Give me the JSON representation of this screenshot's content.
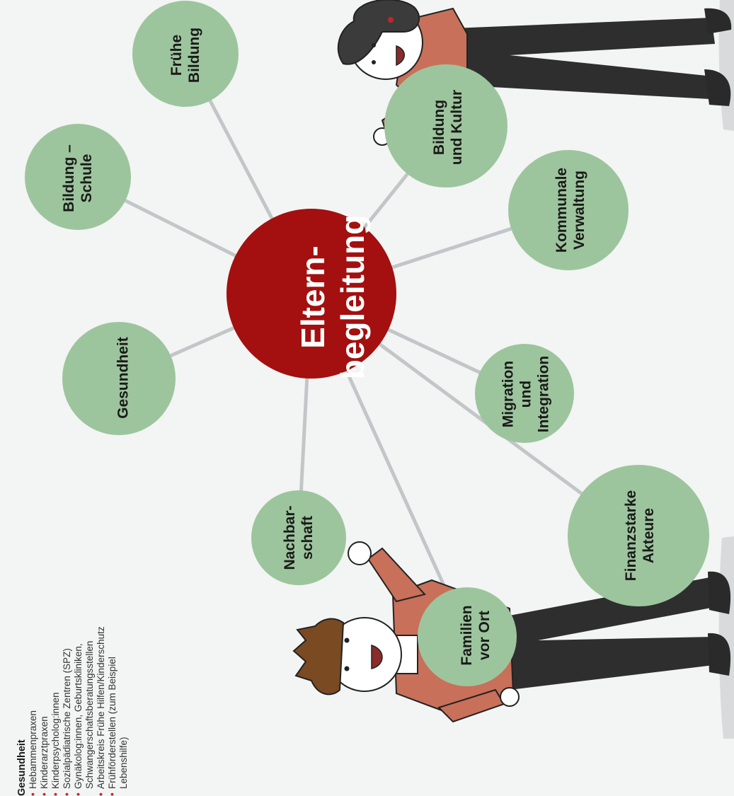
{
  "center": {
    "line1": "Eltern-",
    "line2": "begleitung"
  },
  "nodes": {
    "fruehe_bildung": {
      "line1": "Frühe",
      "line2": "Bildung"
    },
    "bildung_schule": {
      "line1": "Bildung –",
      "line2": "Schule"
    },
    "gesundheit": {
      "line1": "Gesundheit"
    },
    "nachbarschaft": {
      "line1": "Nachbar-",
      "line2": "schaft"
    },
    "familien_vor_ort": {
      "line1": "Familien",
      "line2": "vor Ort"
    },
    "finanzstarke_akteure": {
      "line1": "Finanzstarke",
      "line2": "Akteure"
    },
    "migration_integration": {
      "line1": "Migration",
      "line2": "und",
      "line3": "Integration"
    },
    "kommunale_verwaltung": {
      "line1": "Kommunale",
      "line2": "Verwaltung"
    },
    "bildung_kultur": {
      "line1": "Bildung",
      "line2": "und Kultur"
    }
  },
  "legend": {
    "title": "Gesundheit",
    "items": [
      {
        "text": "Hebammenpraxen"
      },
      {
        "text": "Kinderarztpraxen"
      },
      {
        "text": "Kinderpsycholog:innen"
      },
      {
        "text": "Sozialpädiatrische Zentren (SPZ)"
      },
      {
        "text": "Gynäkolog:innen, Geburtskliniken,",
        "cont": "Schwangerschaftsberatungsstellen"
      },
      {
        "text": "Arbeitskreis Frühe Hilfen/Kinderschutz"
      },
      {
        "text": "Frühförderstellen (zum Beispiel",
        "cont": "Lebenshilfe)"
      }
    ]
  },
  "colors": {
    "background": "#f3f4f4",
    "center_circle": "#a3100f",
    "node_circle": "#9dc59d",
    "connector": "#c3c6c8",
    "bullet": "#c0262c",
    "shirt": "#c8705a",
    "pants": "#2e2e2e",
    "hair_woman": "#3b3b3b",
    "hair_man": "#7a4a22",
    "skin": "#ffffff"
  }
}
